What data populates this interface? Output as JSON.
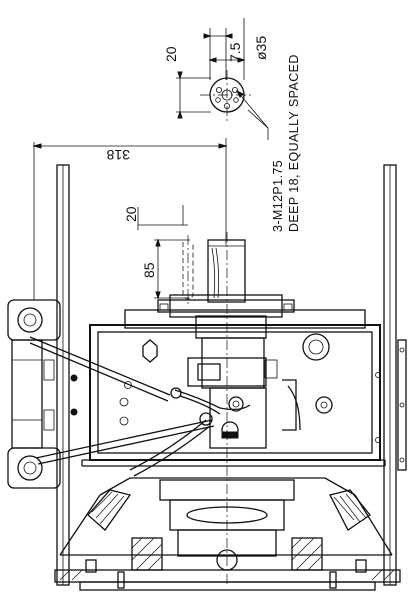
{
  "dimensions": {
    "d_20_top": "20",
    "d_7_5": "7.5",
    "d_phi35": "ø35",
    "d_318": "318",
    "d_20_shaft": "20",
    "d_85": "85"
  },
  "notes": {
    "line1": "3-M12P1.75",
    "line2": "DEEP 18, EQUALLY SPACED"
  }
}
